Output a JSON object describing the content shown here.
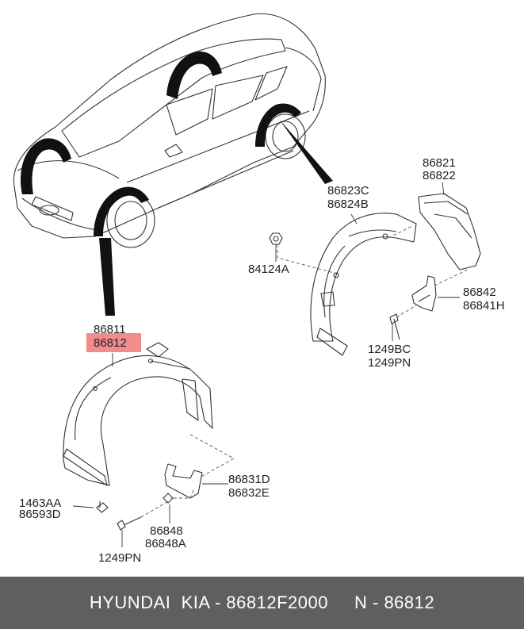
{
  "labels": {
    "p86823c": "86823C",
    "p86824b": "86824B",
    "p86821": "86821",
    "p86822": "86822",
    "p84124a": "84124A",
    "p86842": "86842",
    "p86841h": "86841H",
    "p1249bc": "1249BC",
    "p1249pn_r": "1249PN",
    "p86811": "86811",
    "p86812": "86812",
    "p86831d": "86831D",
    "p86832e": "86832E",
    "p1463aa": "1463AA",
    "p86593d": "86593D",
    "p86848": "86848",
    "p86848a": "86848A",
    "p1249pn_l": "1249PN"
  },
  "footer": {
    "text": "HYUNDAI  KIA - 86812F2000     N - 86812"
  },
  "colors": {
    "highlight": "#f28b8b",
    "footer_bg": "#5f5f5f"
  }
}
